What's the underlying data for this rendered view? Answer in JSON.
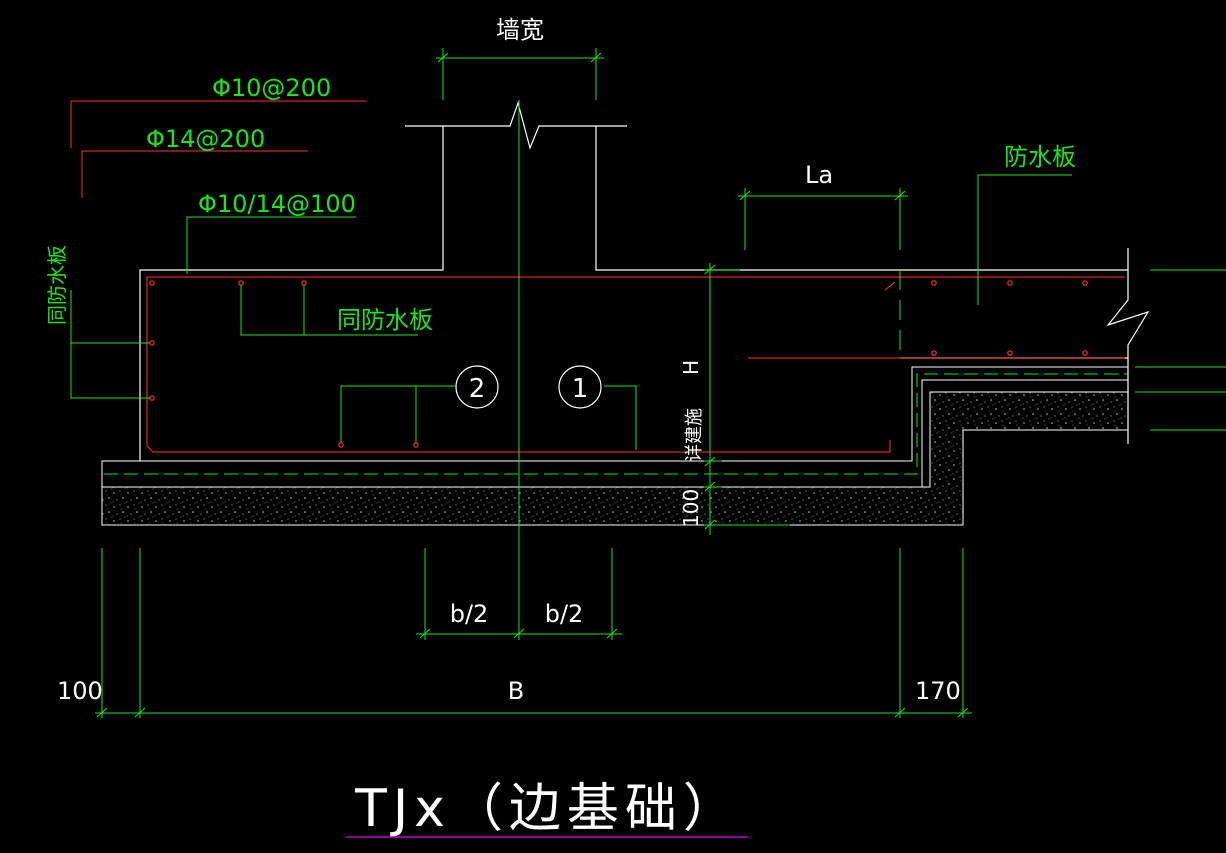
{
  "drawing": {
    "title": "TJx（边基础）",
    "colors": {
      "background": "#000000",
      "outline": "#ffffff",
      "rebar": "#ff3030",
      "dimension": "#19e619",
      "title_underline": "#c000c0"
    },
    "labels": {
      "wall_width": "墙宽",
      "rebar_top": "Φ10@200",
      "rebar_mid": "Φ14@200",
      "rebar_bottom": "Φ10/14@100",
      "waterproof_left": "同防水板",
      "waterproof_inner": "同防水板",
      "waterproof_right": "防水板",
      "la": "La",
      "h": "H",
      "cushion": "详建施",
      "cushion_thickness": "100",
      "half_b_left": "b/2",
      "half_b_right": "b/2",
      "dim_left": "100",
      "dim_b": "B",
      "dim_right": "170",
      "circle_1": "1",
      "circle_2": "2"
    }
  }
}
